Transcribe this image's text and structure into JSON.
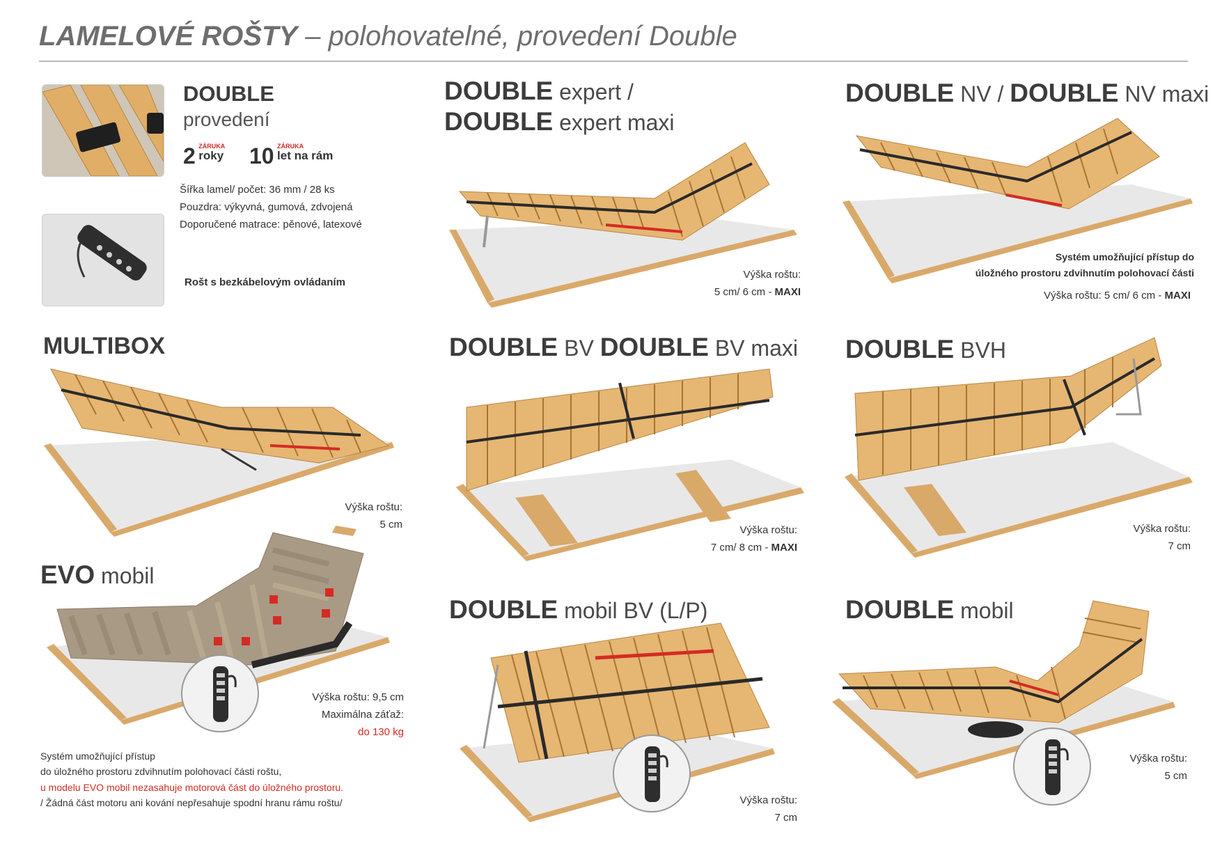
{
  "header": {
    "title_bold": "LAMELOVÉ ROŠTY",
    "title_rest": " – polohovatelné, provedení Double"
  },
  "intro": {
    "name_bold": "DOUBLE",
    "name_sub": "provedení",
    "warranty_1_num": "2",
    "warranty_1_tag": "ZÁRUKA",
    "warranty_1_text": "roky",
    "warranty_2_num": "10",
    "warranty_2_tag": "ZÁRUKA",
    "warranty_2_text": "let na rám",
    "specs": [
      "Šířka lamel/ počet: 36 mm / 28 ks",
      "Pouzdra: výkyvná, gumová, zdvojená",
      "Doporučené matrace: pěnové, latexové"
    ],
    "remote_note": "Rošt s bezkábelovým ovládaním"
  },
  "products": {
    "expert": {
      "line1_bold": "DOUBLE",
      "line1_thin": " expert /",
      "line2_bold": "DOUBLE",
      "line2_thin": " expert maxi",
      "note_1": "Výška roštu:",
      "note_2": "5 cm/ 6 cm - ",
      "note_2_bold": "MAXI"
    },
    "nv": {
      "name_bold_1": "DOUBLE",
      "name_thin_1": " NV / ",
      "name_bold_2": "DOUBLE",
      "name_thin_2": " NV maxi",
      "note_1": "Systém umožňující přístup do",
      "note_2": "úložného prostoru zdvihnutím polohovací části",
      "note_3": "Výška roštu: 5 cm/ 6 cm - ",
      "note_3_bold": "MAXI"
    },
    "multibox": {
      "name_bold": "MULTIBOX",
      "note_1": "Výška roštu:",
      "note_2": "5 cm"
    },
    "bv": {
      "name_bold_1": "DOUBLE",
      "name_thin_1": " BV ",
      "name_bold_2": "DOUBLE",
      "name_thin_2": " BV maxi",
      "note_1": "Výška roštu:",
      "note_2": "7 cm/ 8 cm - ",
      "note_2_bold": "MAXI"
    },
    "bvh": {
      "name_bold": "DOUBLE",
      "name_thin": " BVH",
      "note_1": "Výška roštu:",
      "note_2": "7 cm"
    },
    "evo": {
      "name_bold": "EVO",
      "name_thin": " mobil",
      "note_1": "Výška roštu: 9,5 cm",
      "note_2": "Maximálna záťaž:",
      "note_3": "do 130 kg",
      "footer_1": "Systém umožňující přístup",
      "footer_2": "do úložného prostoru zdvihnutím polohovací části roštu,",
      "footer_3": "u modelu EVO mobil nezasahuje motorová část do úložného prostoru.",
      "footer_4": "/ Žádná část motoru ani kování nepřesahuje spodní hranu rámu roštu/"
    },
    "mobil_bv": {
      "name_bold": "DOUBLE",
      "name_thin": " mobil BV (L/P)",
      "note_1": "Výška roštu:",
      "note_2": "7 cm"
    },
    "mobil": {
      "name_bold": "DOUBLE",
      "name_thin": " mobil",
      "note_1": "Výška roštu:",
      "note_2": "5 cm"
    }
  },
  "colors": {
    "wood": "#e3b06a",
    "wood_dark": "#b98542",
    "frame": "#d9a96a",
    "strap": "#2a2a2a",
    "red_accent": "#d42b23",
    "floor": "#e4e4e4"
  }
}
